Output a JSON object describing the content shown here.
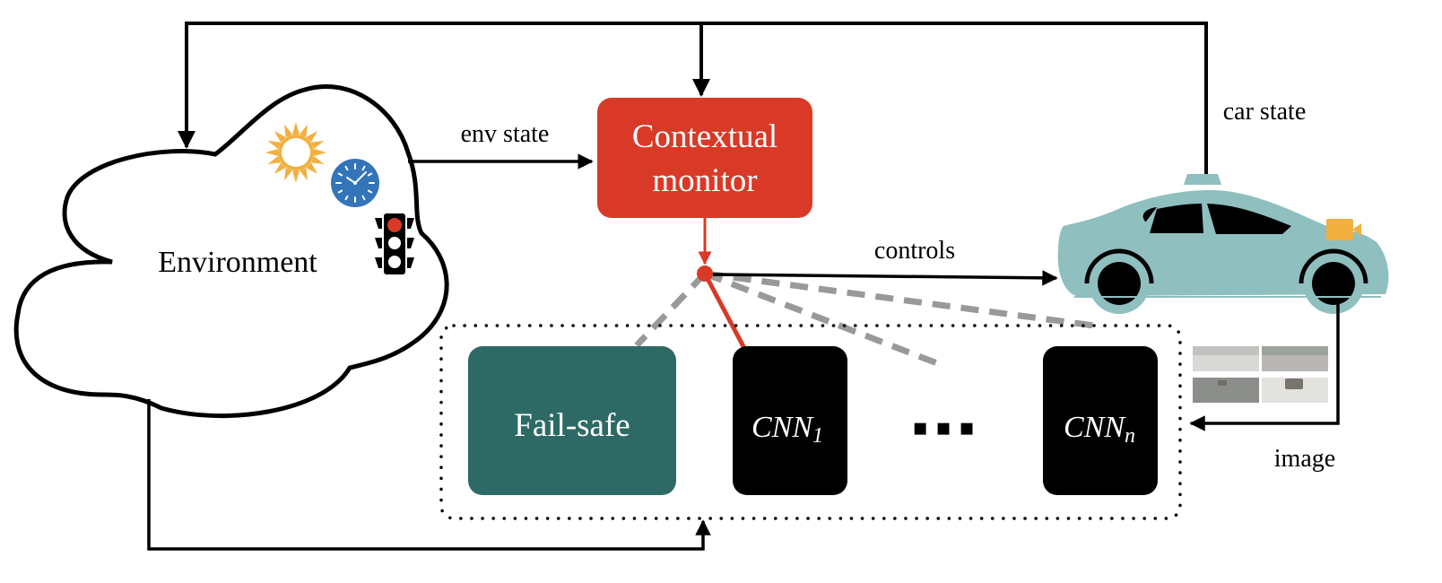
{
  "diagram": {
    "nodes": {
      "environment": {
        "label": "Environment"
      },
      "monitor": {
        "label_line1": "Contextual",
        "label_line2": "monitor"
      },
      "failsafe": {
        "label": "Fail-safe"
      },
      "cnn1": {
        "label": "CNN",
        "subscript": "1"
      },
      "ellipsis": {
        "label": "▪ ▪ ▪"
      },
      "cnnn": {
        "label": "CNN",
        "subscript": "n"
      }
    },
    "edges": {
      "env_state": "env state",
      "car_state": "car state",
      "controls": "controls",
      "image": "image"
    },
    "icons": [
      "sun-icon",
      "clock-icon",
      "traffic-light-icon",
      "car-icon",
      "camera-icon",
      "camera-frames-thumbnail"
    ],
    "colors": {
      "monitor": "#D83A27",
      "failsafe": "#2E6A65",
      "cnn": "#000000",
      "car": "#8FBFBF",
      "camera": "#F2B040",
      "sun": "#F2B040",
      "clock": "#3474B8",
      "dashed_link": "#999999",
      "selected_link": "#D83A27"
    }
  }
}
